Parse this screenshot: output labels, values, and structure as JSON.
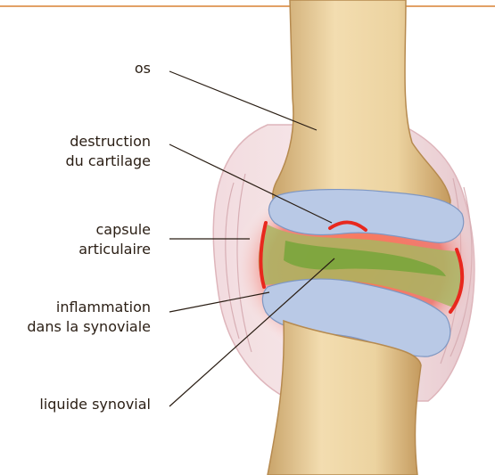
{
  "labels": {
    "bone": "os",
    "cartilage_line1": "destruction",
    "cartilage_line2": "du cartilage",
    "capsule_line1": "capsule",
    "capsule_line2": "articulaire",
    "inflammation_line1": "inflammation",
    "inflammation_line2": "dans la synoviale",
    "fluid": "liquide synovial"
  },
  "colors": {
    "accent_rule": "#e2a166",
    "bone": "#ecd3a0",
    "bone_shade": "#c9a46a",
    "cartilage": "#b9c9e6",
    "inflammation": "#e8281e",
    "synovial_fluid": "#8ab24a",
    "capsule": "#e6c3c8",
    "leader_lines": "#2a1e14"
  }
}
